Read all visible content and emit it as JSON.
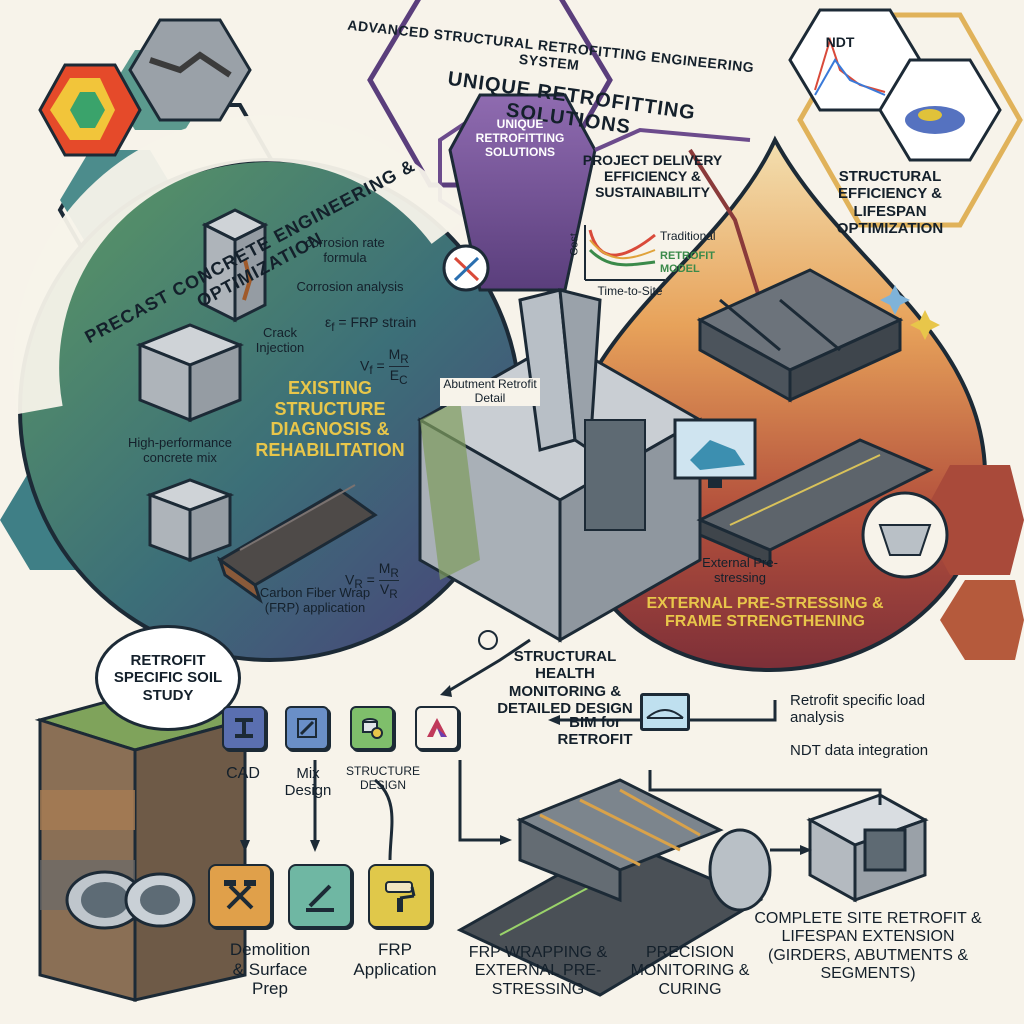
{
  "header": {
    "system_title": "ADVANCED STRUCTURAL RETROFITTING ENGINEERING SYSTEM",
    "main_title": "UNIQUE RETROFITTING SOLUTIONS",
    "hex_title": "UNIQUE RETROFITTING SOLUTIONS"
  },
  "left_panel": {
    "arc_title": "PRECAST CONCRETE ENGINEERING & OPTIMIZATION",
    "corrosion_formula": "corrosion rate formula",
    "corrosion_analysis": "Corrosion analysis",
    "crack_injection": "Crack Injection",
    "frp_strain": "FRP strain",
    "hp_concrete": "High-performance concrete mix",
    "section_title": "EXISTING STRUCTURE DIAGNOSIS & REHABILITATION",
    "carbon_fiber": "Carbon Fiber Wrap (FRP) application",
    "formula1_lhs": "ε",
    "formula1_sub": "f",
    "formula2_lhs": "V",
    "formula2_sub": "f",
    "formula2_num": "M",
    "formula2_num_sub": "R",
    "formula2_den": "E",
    "formula2_den_sub": "C",
    "formula3_lhs": "V",
    "formula3_sub": "R",
    "formula3_num": "M",
    "formula3_num_sub": "R",
    "formula3_den": "V",
    "formula3_den_sub": "R",
    "equals": "="
  },
  "center": {
    "delivery_title": "PROJECT DELIVERY EFFICIENCY & SUSTAINABILITY",
    "chart_ylabel": "Cost",
    "chart_traditional": "Traditional",
    "chart_retrofit": "RETROFIT MODEL",
    "chart_xlabel": "Time-to-Site",
    "abutment": "Abutment Retrofit Detail",
    "shm": "STRUCTURAL HEALTH MONITORING & DETAILED DESIGN",
    "bim": "BIM for RETROFIT"
  },
  "right_panel": {
    "ndt": "NDT",
    "efficiency_title": "STRUCTURAL EFFICIENCY & LIFESPAN OPTIMIZATION",
    "external_prestress": "External Pre-stressing",
    "section_title": "EXTERNAL PRE-STRESSING & FRAME STRENGTHENING",
    "load_analysis": "Retrofit specific load analysis",
    "ndt_integration": "NDT data integration"
  },
  "bottom": {
    "soil_study": "RETROFIT SPECIFIC SOIL STUDY",
    "cad": "CAD",
    "mix_design": "Mix Design",
    "structure_design": "STRUCTURE DESIGN",
    "demolition": "Demolition & Surface Prep",
    "frp_application": "FRP Application",
    "frp_wrapping": "FRP WRAPPING & EXTERNAL PRE-STRESSING",
    "precision": "PRECISION MONITORING & CURING",
    "complete": "COMPLETE SITE RETROFIT & LIFESPAN EXTENSION (GIRDERS, ABUTMENTS & SEGMENTS)"
  },
  "colors": {
    "teal_dark": "#2f5b6e",
    "green": "#4f8a5c",
    "purple": "#6c4b8c",
    "orange": "#d9823b",
    "maroon": "#8a3a3a",
    "gold_text": "#e8c64a",
    "ink": "#1c2a36",
    "paper": "#f7f3ea"
  }
}
